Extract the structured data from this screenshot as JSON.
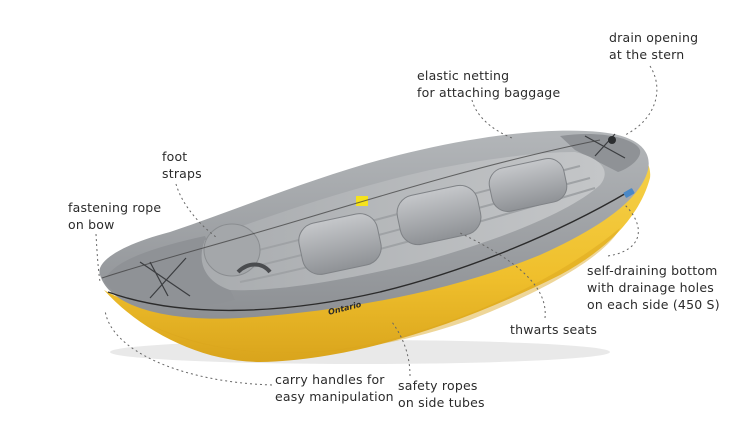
{
  "labels": {
    "drain": {
      "line1": "drain opening",
      "line2": "at the stern"
    },
    "netting": {
      "line1": "elastic netting",
      "line2": "for attaching baggage"
    },
    "foot": {
      "line1": "foot",
      "line2": "straps"
    },
    "rope": {
      "line1": "fastening rope",
      "line2": "on bow"
    },
    "selfdrain": {
      "line1": "self-draining bottom",
      "line2": "with drainage holes",
      "line3": "on each side (450 S)"
    },
    "thwarts": {
      "line1": "thwarts seats"
    },
    "carry": {
      "line1": "carry handles for",
      "line2": "easy manipulation"
    },
    "safety": {
      "line1": "safety ropes",
      "line2": "on side tubes"
    }
  },
  "boat": {
    "logo_text": "Ontario"
  },
  "colors": {
    "hull": "#f1c232",
    "hull_shadow": "#d9a821",
    "tube": "#9a9da1",
    "tube_dark": "#7d8084",
    "floor": "#b9bbbe",
    "yellow_patch": "#f5e21c",
    "text": "#2b2b2b",
    "leader": "#666666"
  }
}
